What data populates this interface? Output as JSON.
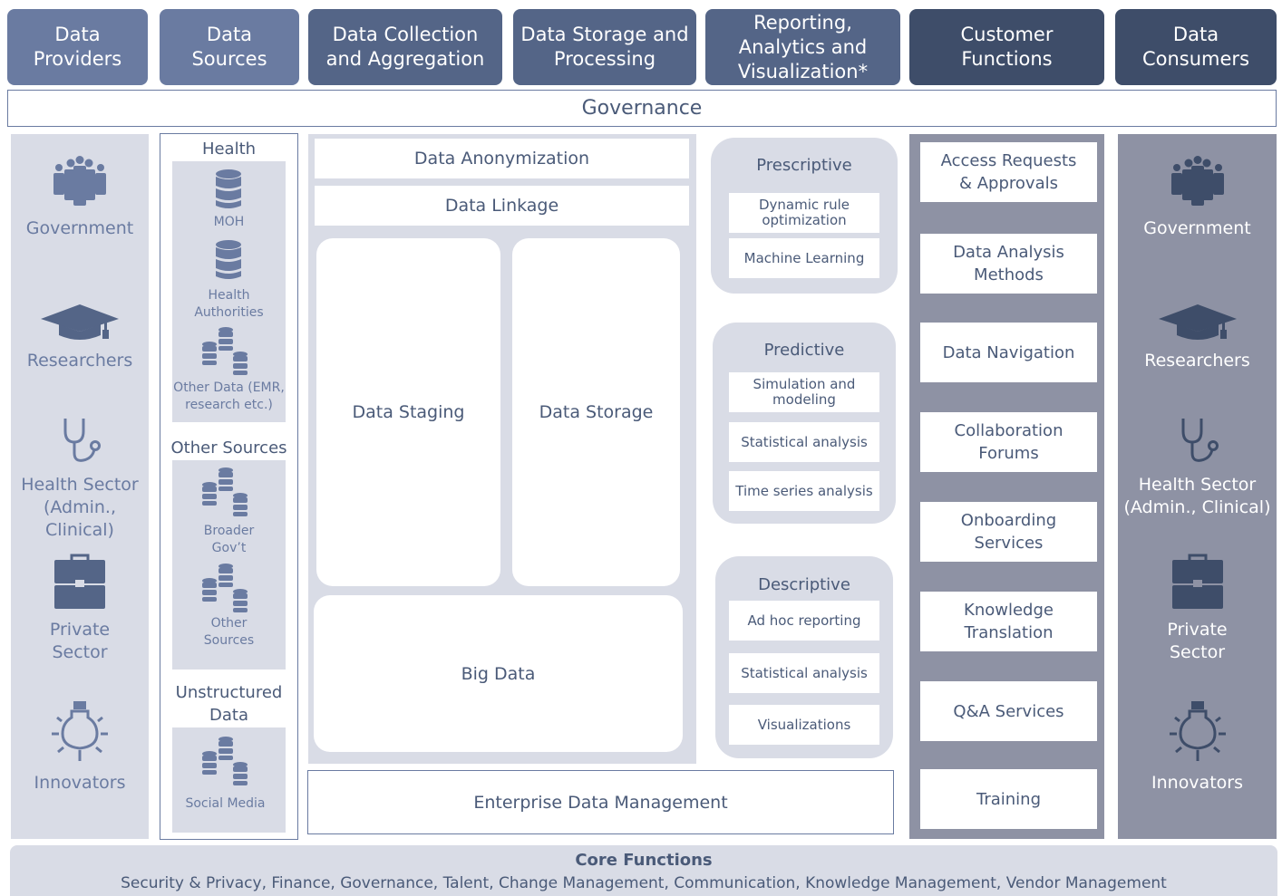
{
  "headers": {
    "data_providers": "Data\nProviders",
    "data_sources": "Data\nSources",
    "data_collection": "Data Collection\nand Aggregation",
    "data_storage": "Data Storage and\nProcessing",
    "reporting": "Reporting,\nAnalytics and\nVisualization*",
    "customer_functions": "Customer\nFunctions",
    "data_consumers": "Data\nConsumers"
  },
  "governance": "Governance",
  "providers": [
    {
      "icon": "group-icon",
      "label": "Government"
    },
    {
      "icon": "graduation-cap-icon",
      "label": "Researchers"
    },
    {
      "icon": "stethoscope-icon",
      "label": "Health Sector\n(Admin., Clinical)"
    },
    {
      "icon": "briefcase-icon",
      "label": "Private\nSector"
    },
    {
      "icon": "lightbulb-icon",
      "label": "Innovators"
    }
  ],
  "consumers": [
    {
      "icon": "group-icon",
      "label": "Government"
    },
    {
      "icon": "graduation-cap-icon",
      "label": "Researchers"
    },
    {
      "icon": "stethoscope-icon",
      "label": "Health Sector\n(Admin., Clinical)"
    },
    {
      "icon": "briefcase-icon",
      "label": "Private\nSector"
    },
    {
      "icon": "lightbulb-icon",
      "label": "Innovators"
    }
  ],
  "sources": {
    "health_title": "Health",
    "health_items": [
      "MOH",
      "Health\nAuthorities",
      "Other Data (EMR,\nresearch etc.)"
    ],
    "other_title": "Other Sources",
    "other_items": [
      "Broader\nGov’t",
      "Other\nSources"
    ],
    "unstructured_title": "Unstructured\nData",
    "unstructured_items": [
      "Social Media"
    ]
  },
  "collection": {
    "anonymization": "Data Anonymization",
    "linkage": "Data Linkage",
    "staging": "Data Staging",
    "storage": "Data Storage",
    "big_data": "Big Data",
    "enterprise": "Enterprise Data Management"
  },
  "analytics": {
    "prescriptive": {
      "title": "Prescriptive",
      "items": [
        "Dynamic rule\noptimization",
        "Machine Learning"
      ]
    },
    "predictive": {
      "title": "Predictive",
      "items": [
        "Simulation and\nmodeling",
        "Statistical analysis",
        "Time series analysis"
      ]
    },
    "descriptive": {
      "title": "Descriptive",
      "items": [
        "Ad hoc reporting",
        "Statistical analysis",
        "Visualizations"
      ]
    }
  },
  "customer_functions": [
    "Access Requests\n& Approvals",
    "Data Analysis\nMethods",
    "Data Navigation",
    "Collaboration\nForums",
    "Onboarding\nServices",
    "Knowledge\nTranslation",
    "Q&A Services",
    "Training"
  ],
  "core": {
    "title": "Core Functions",
    "items": "Security & Privacy, Finance, Governance, Talent, Change Management, Communication, Knowledge Management, Vendor Management"
  },
  "colors": {
    "header_light": "#6a7ba1",
    "header_mid": "#546587",
    "header_dark": "#3e4d69",
    "panel_light": "#d9dce6",
    "panel_dark": "#8e92a4",
    "text": "#4a5a78"
  }
}
